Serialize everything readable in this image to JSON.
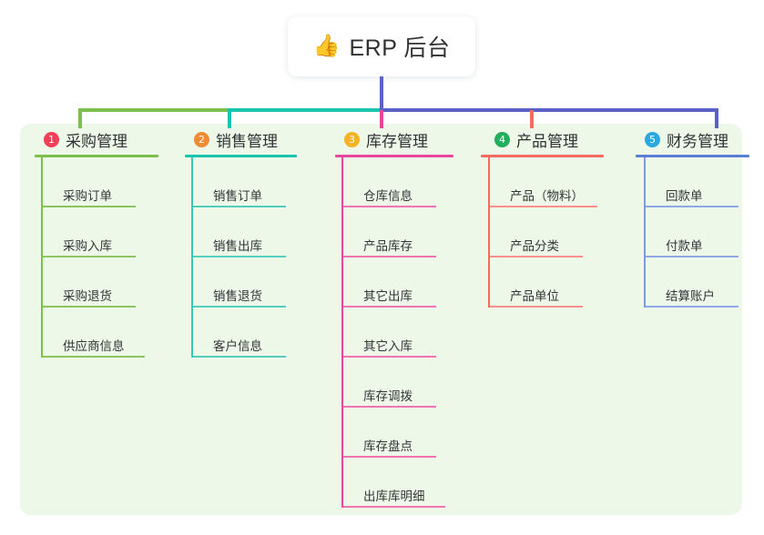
{
  "root": {
    "icon": "thumbs-up-icon",
    "emoji": "👍",
    "title": "ERP 后台"
  },
  "theme": {
    "panel_bg": "#eef8e9",
    "page_bg": "#ffffff",
    "stem_color": "#5a62c8",
    "text_color": "#2f3133"
  },
  "columns": [
    {
      "number": "1",
      "title": "采购管理",
      "badge_color": "#ef4058",
      "line_color": "#7cbf4e",
      "connector_color": "#7cbf4e",
      "items": [
        {
          "label": "采购订单"
        },
        {
          "label": "采购入库"
        },
        {
          "label": "采购退货"
        },
        {
          "label": "供应商信息"
        }
      ]
    },
    {
      "number": "2",
      "title": "销售管理",
      "badge_color": "#f08a35",
      "line_color": "#19c4ae",
      "connector_color": "#19c4ae",
      "items": [
        {
          "label": "销售订单"
        },
        {
          "label": "销售出库"
        },
        {
          "label": "销售退货"
        },
        {
          "label": "客户信息"
        }
      ]
    },
    {
      "number": "3",
      "title": "库存管理",
      "badge_color": "#f5b323",
      "line_color": "#e8479b",
      "connector_color": "#e8479b",
      "items": [
        {
          "label": "仓库信息"
        },
        {
          "label": "产品库存"
        },
        {
          "label": "其它出库"
        },
        {
          "label": "其它入库"
        },
        {
          "label": "库存调拨"
        },
        {
          "label": "库存盘点"
        },
        {
          "label": "出库库明细"
        }
      ]
    },
    {
      "number": "4",
      "title": "产品管理",
      "badge_color": "#22ae5c",
      "line_color": "#f46b62",
      "connector_color": "#f46b62",
      "items": [
        {
          "label": "产品（物料）"
        },
        {
          "label": "产品分类"
        },
        {
          "label": "产品单位"
        }
      ]
    },
    {
      "number": "5",
      "title": "财务管理",
      "badge_color": "#2aa8e0",
      "line_color": "#5a7fd6",
      "connector_color": "#5a62c8",
      "items": [
        {
          "label": "回款单"
        },
        {
          "label": "付款单"
        },
        {
          "label": "结算账户"
        }
      ]
    }
  ]
}
